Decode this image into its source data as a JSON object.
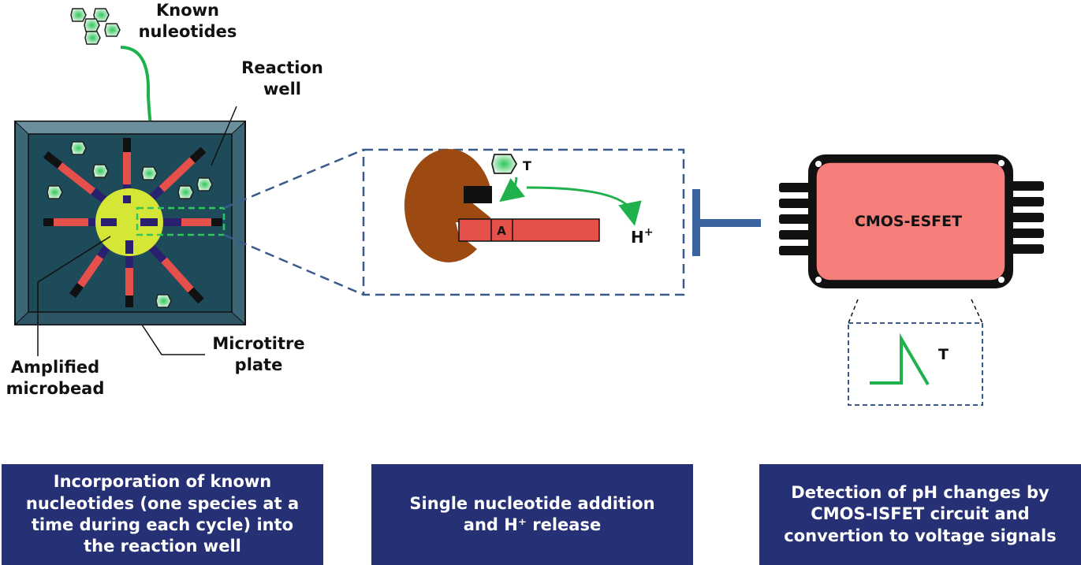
{
  "labels": {
    "known_nucleotides": "Known\nnuleotides",
    "reaction_well": "Reaction\nwell",
    "amplified_microbead": "Amplified\nmicrobead",
    "microtitre_plate": "Microtitre\nplate",
    "nucleotide_t": "T",
    "base_a": "A",
    "proton": "H",
    "proton_charge": "+",
    "chip": "CMOS-ESFET",
    "signal_t": "T"
  },
  "captions": {
    "left": "Incorporation of known\nnucleotides (one species at a\ntime during each cycle) into\nthe reaction well",
    "middle": "Single nucleotide addition\nand H⁺ release",
    "right": "Detection of pH changes by\nCMOS-ISFET circuit and\nconvertion to voltage signals"
  },
  "colors": {
    "caption_bg": "#253075",
    "plate_bg": "#1d4b5a",
    "plate_frame": "#3a6676",
    "microbead": "#d6e636",
    "strand": "#e6504a",
    "nucleotide": "#2fc65a",
    "arrow": "#1fb14b",
    "enzyme": "#9c4a12",
    "chip_body": "#f57d7a",
    "dashed_box": "#3a5a8c",
    "blocker": "#3a64a0"
  }
}
